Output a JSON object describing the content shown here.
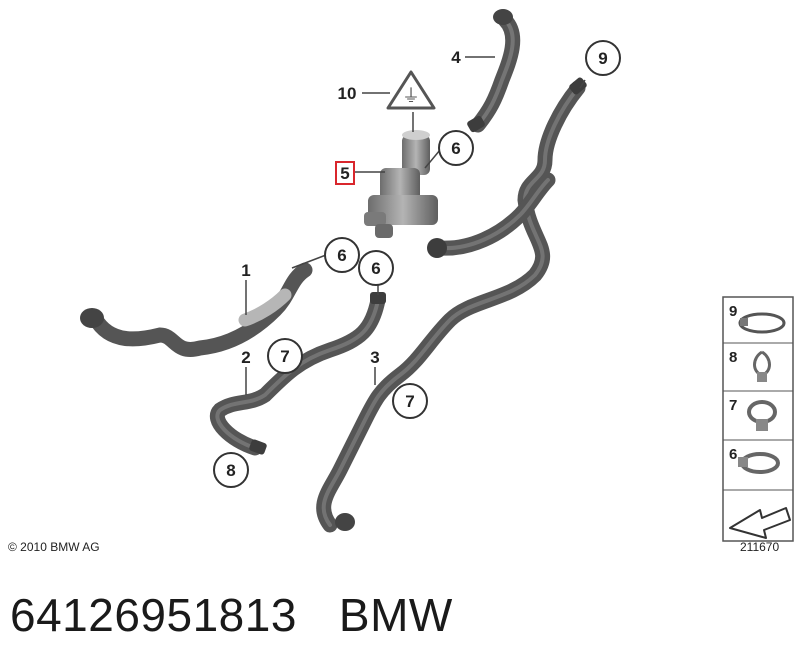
{
  "diagram": {
    "callouts": [
      "1",
      "2",
      "3",
      "4",
      "5",
      "6",
      "6",
      "6",
      "7",
      "7",
      "8",
      "9",
      "10"
    ],
    "legend": [
      "9",
      "8",
      "7",
      "6"
    ],
    "highlighted": "5"
  },
  "copyright": "© 2010 BMW AG",
  "diagram_number": "211670",
  "footer": {
    "part_number": "64126951813",
    "brand": "BMW"
  },
  "colors": {
    "hose": "#5a5a5a",
    "hose_highlight": "#9a9a9a",
    "highlight_box": "#d9262c"
  }
}
